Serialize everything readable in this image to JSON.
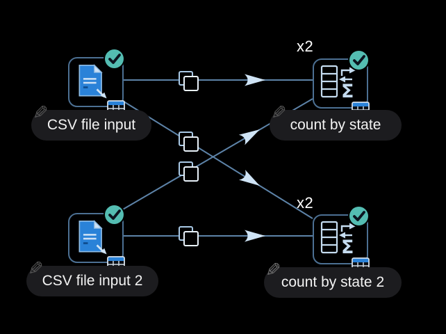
{
  "app": {
    "view": "dataflow-canvas"
  },
  "colors": {
    "background": "#000000",
    "node_border": "#4c7093",
    "connection_line": "#5d83a8",
    "arrowhead": "#cfe4f6",
    "document_blue": "#2a82d8",
    "status_teal": "#54bdb2",
    "checkmark_dark": "#0c1520",
    "icon_light_blue": "#c5dcf0",
    "label_pill_bg": "#1c1c1f",
    "label_text": "#f3f3f3"
  },
  "nodes": [
    {
      "label": "CSV file input",
      "type": "csv-file-input",
      "status": "completed",
      "badge": ""
    },
    {
      "label": "count by state",
      "type": "count-by-aggregate",
      "status": "completed",
      "badge": "x2"
    },
    {
      "label": "CSV file input 2",
      "type": "csv-file-input",
      "status": "completed",
      "badge": ""
    },
    {
      "label": "count by state 2",
      "type": "count-by-aggregate",
      "status": "completed",
      "badge": "x2"
    }
  ],
  "connections": [
    {
      "from": "CSV file input",
      "to": "count by state",
      "decoration": "copy-icon"
    },
    {
      "from": "CSV file input",
      "to": "count by state 2",
      "decoration": "copy-icon"
    },
    {
      "from": "CSV file input 2",
      "to": "count by state",
      "decoration": "copy-icon"
    },
    {
      "from": "CSV file input 2",
      "to": "count by state 2",
      "decoration": "copy-icon"
    }
  ],
  "icons": {
    "status": "check-icon",
    "connection_decoration": "copy-icon",
    "input_node": "csv-document-icon",
    "transform_node": "aggregate-sigma-icon",
    "output_port": "table-icon",
    "label_edit": "pencil-icon",
    "sigma_glyph": "Σ",
    "pencil_glyph": "✎"
  }
}
